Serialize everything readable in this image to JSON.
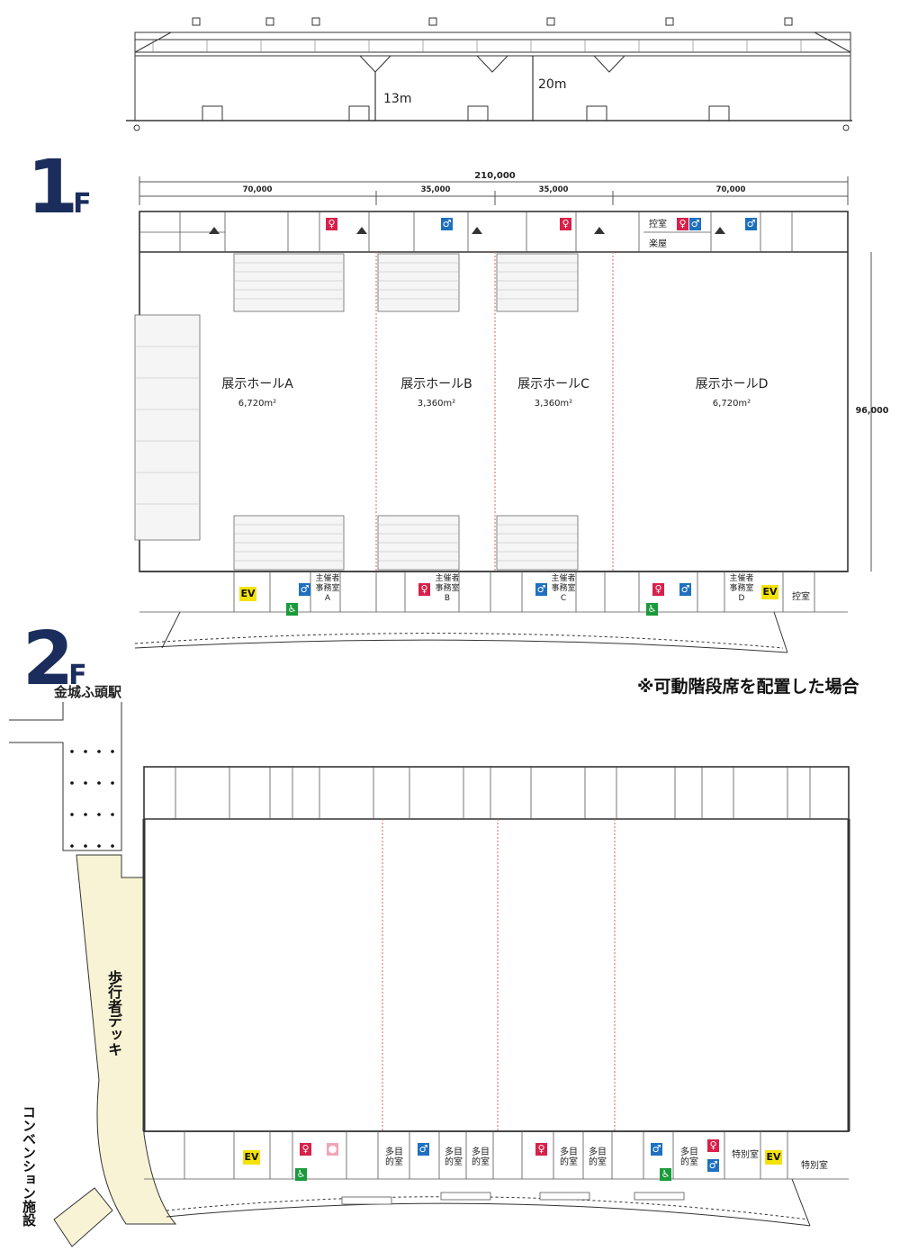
{
  "section": {
    "height_label_low": "13m",
    "height_label_high": "20m"
  },
  "floor1": {
    "floor_number": "1",
    "floor_suffix": "F",
    "total_width": "210,000",
    "segment_widths": [
      "70,000",
      "35,000",
      "35,000",
      "70,000"
    ],
    "depth": "96,000",
    "halls": [
      {
        "name": "展示ホールA",
        "area": "6,720m²"
      },
      {
        "name": "展示ホールB",
        "area": "3,360m²"
      },
      {
        "name": "展示ホールC",
        "area": "3,360m²"
      },
      {
        "name": "展示ホールD",
        "area": "6,720m²"
      }
    ],
    "top_rooms": {
      "control": "控室",
      "dressing": "楽屋"
    },
    "organizer_offices": [
      {
        "label": "主催者事務室",
        "letter": "A"
      },
      {
        "label": "主催者事務室",
        "letter": "B"
      },
      {
        "label": "主催者事務室",
        "letter": "C"
      },
      {
        "label": "主催者事務室",
        "letter": "D"
      }
    ],
    "bottom_control": "控室",
    "ev_label": "EV",
    "note": "※可動階段席を配置した場合"
  },
  "floor2": {
    "floor_number": "2",
    "floor_suffix": "F",
    "station": "金城ふ頭駅",
    "deck": "歩行者デッキ",
    "convention": "コンベンション施設",
    "multipurpose": "多目的室",
    "special_room": "特別室",
    "ev_label": "EV"
  },
  "icons": {
    "male": "male-toilet-icon",
    "female": "female-toilet-icon",
    "accessible": "wheelchair-icon",
    "baby": "baby-room-icon",
    "elevator": "elevator-icon",
    "stairs": "stairs-triangle-icon"
  },
  "colors": {
    "navy": "#1b2d5c",
    "male": "#1e6fbf",
    "female": "#d8204a",
    "accessible": "#1a9a3a",
    "deck": "#f7f3d4",
    "ev": "#f4e20b"
  }
}
